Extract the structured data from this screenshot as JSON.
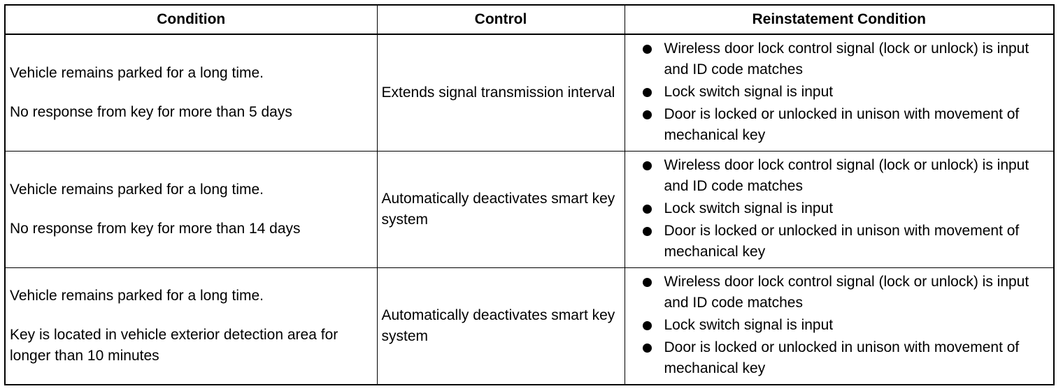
{
  "table": {
    "headers": [
      "Condition",
      "Control",
      "Reinstatement Condition"
    ],
    "rows": [
      {
        "condition": [
          "Vehicle remains parked for a long time.",
          "No response from key for more than 5 days"
        ],
        "control": "Extends signal transmission interval",
        "reinstatement": [
          "Wireless door lock control signal (lock or unlock) is input and ID code matches",
          "Lock switch signal is input",
          "Door is locked or unlocked in unison with movement of mechanical key"
        ]
      },
      {
        "condition": [
          "Vehicle remains parked for a long time.",
          "No response from key for more than 14 days"
        ],
        "control": "Automatically deactivates smart key system",
        "reinstatement": [
          "Wireless door lock control signal (lock or unlock) is input and ID code matches",
          "Lock switch signal is input",
          "Door is locked or unlocked in unison with movement of mechanical key"
        ]
      },
      {
        "condition": [
          "Vehicle remains parked for a long time.",
          "Key is located in vehicle exterior detection area for longer than 10 minutes"
        ],
        "control": "Automatically deactivates smart key system",
        "reinstatement": [
          "Wireless door lock control signal (lock or unlock) is input and ID code matches",
          "Lock switch signal is input",
          "Door is locked or unlocked in unison with movement of mechanical key"
        ]
      }
    ]
  }
}
